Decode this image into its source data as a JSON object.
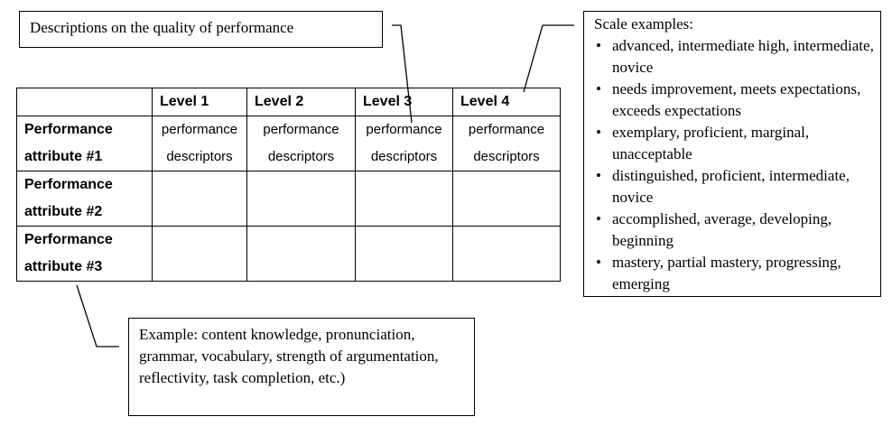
{
  "quality_box": {
    "text": "Descriptions on the quality of performance"
  },
  "scale_box": {
    "title": "Scale examples:",
    "items": [
      "advanced, intermediate high, intermediate, novice",
      "needs improvement, meets expectations, exceeds expectations",
      "exemplary, proficient, marginal, unacceptable",
      "distinguished, proficient, intermediate, novice",
      "accomplished, average, developing, beginning",
      "mastery, partial mastery, progressing, emerging"
    ]
  },
  "example_box": {
    "text": "Example: content knowledge, pronunciation, grammar, vocabulary, strength of argumentation, reflectivity, task completion, etc.)"
  },
  "table": {
    "levels": [
      "Level 1",
      "Level 2",
      "Level 3",
      "Level 4"
    ],
    "rows": [
      {
        "attr_line1": "Performance",
        "attr_line2": "attribute #1",
        "cells": [
          "performance",
          "descriptors"
        ]
      },
      {
        "attr_line1": "Performance",
        "attr_line2": "attribute #2"
      },
      {
        "attr_line1": "Performance",
        "attr_line2": "attribute #3"
      }
    ]
  }
}
